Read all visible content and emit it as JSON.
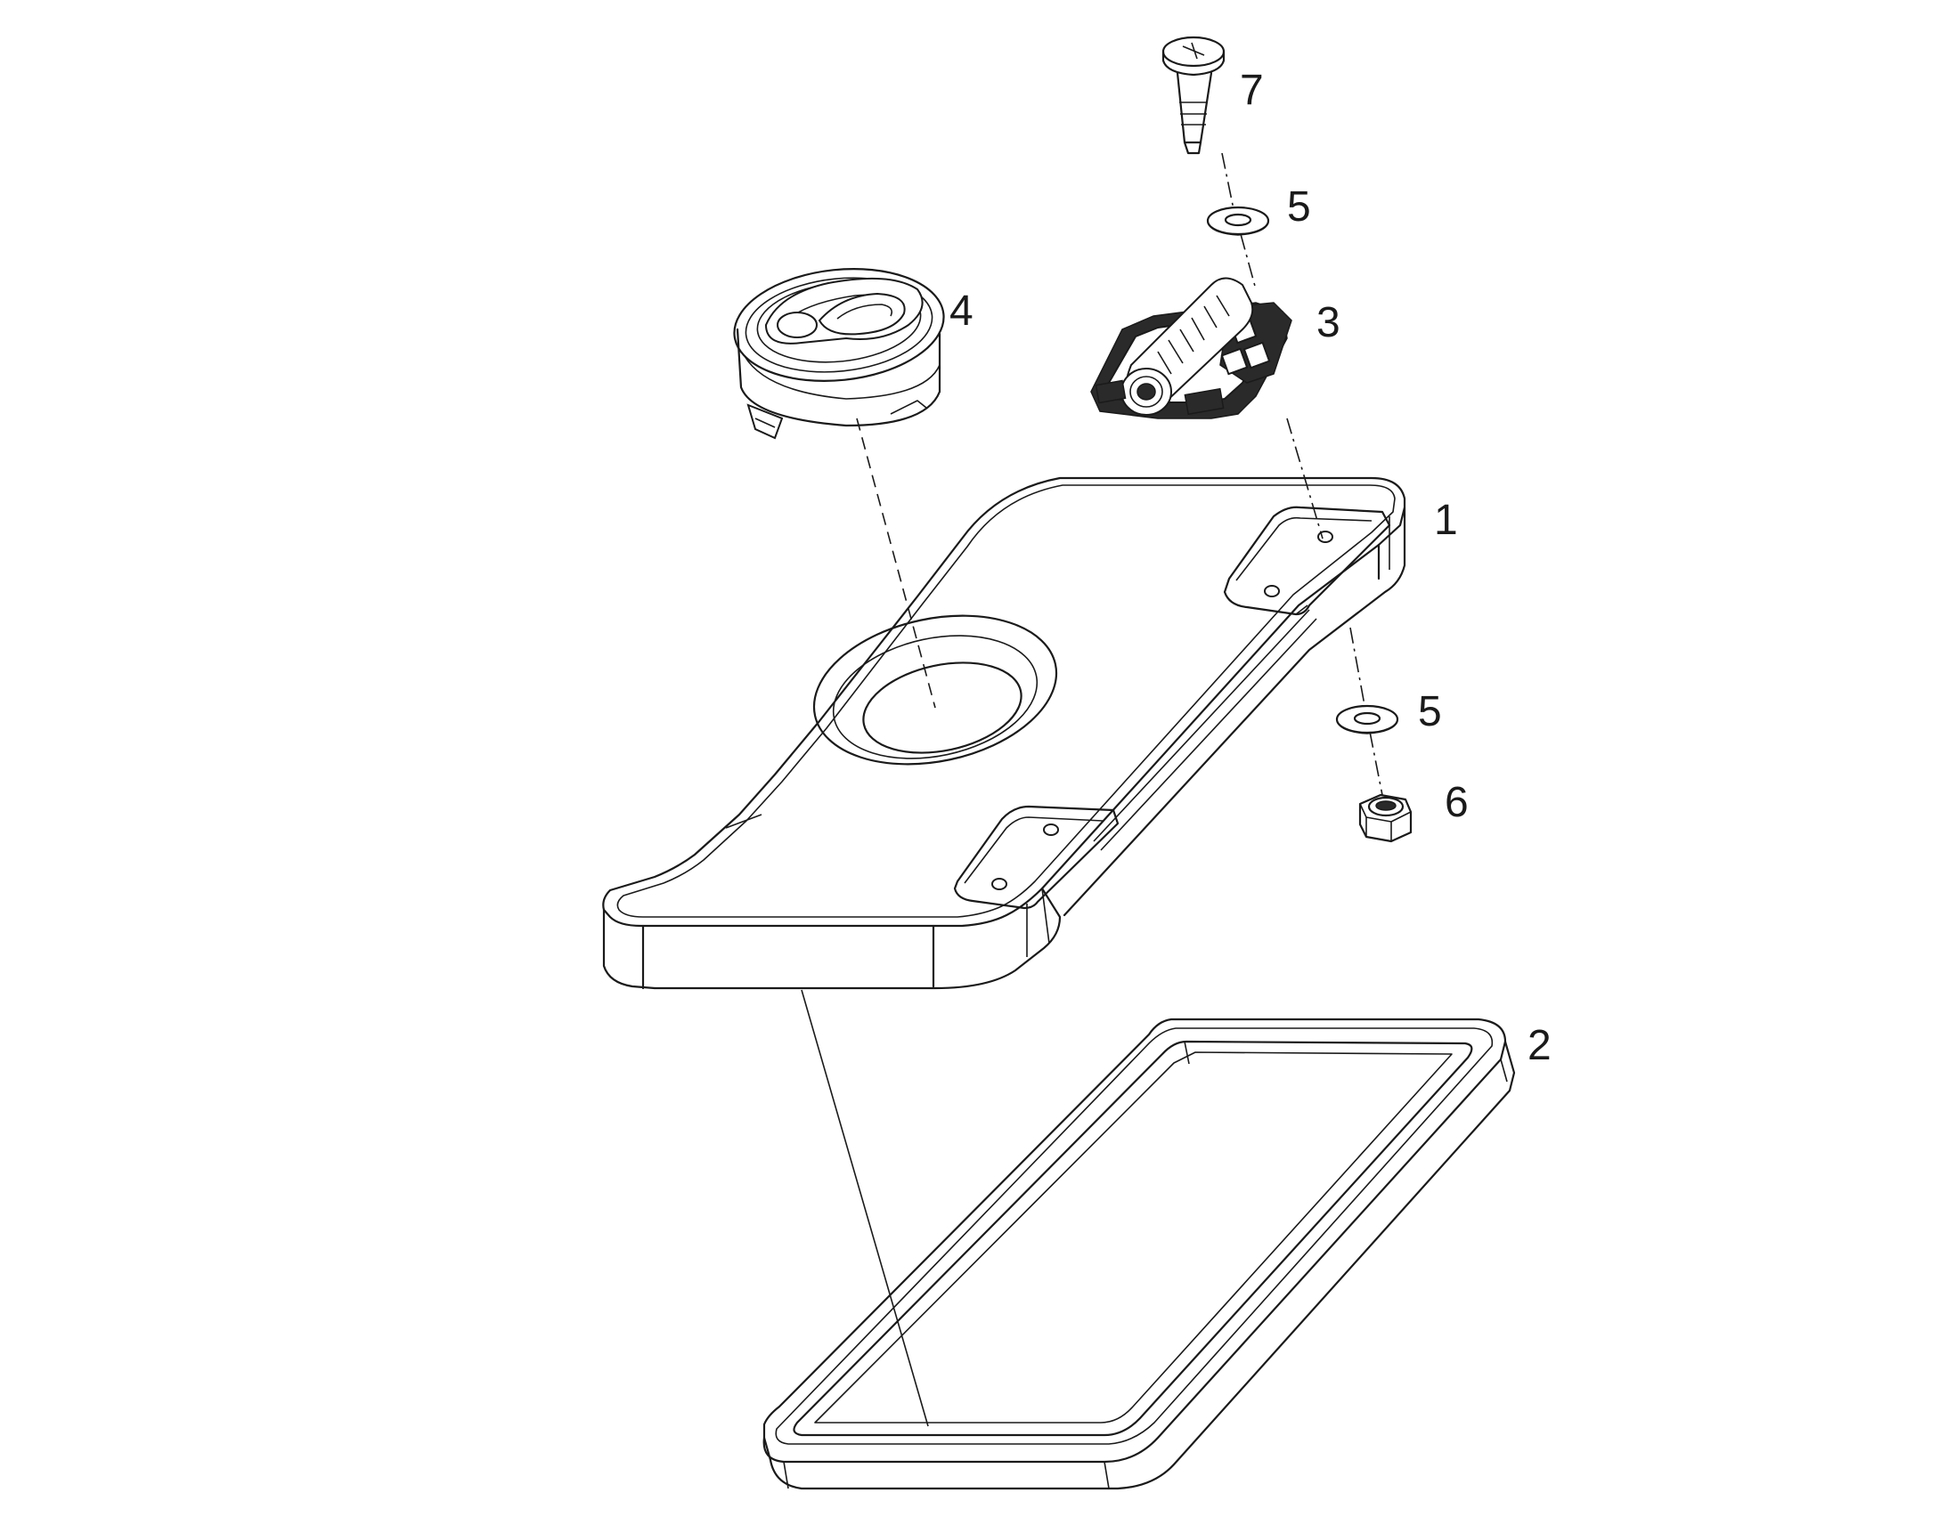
{
  "diagram": {
    "parts": [
      {
        "key": "plate",
        "label": "1"
      },
      {
        "key": "gasket",
        "label": "2"
      },
      {
        "key": "hinge",
        "label": "3"
      },
      {
        "key": "latch",
        "label": "4"
      },
      {
        "key": "washer_top",
        "label": "5"
      },
      {
        "key": "washer_bottom",
        "label": "5"
      },
      {
        "key": "nut",
        "label": "6"
      },
      {
        "key": "screw",
        "label": "7"
      }
    ]
  },
  "colors": {
    "line": "#1a1a1a",
    "background": "#ffffff"
  }
}
